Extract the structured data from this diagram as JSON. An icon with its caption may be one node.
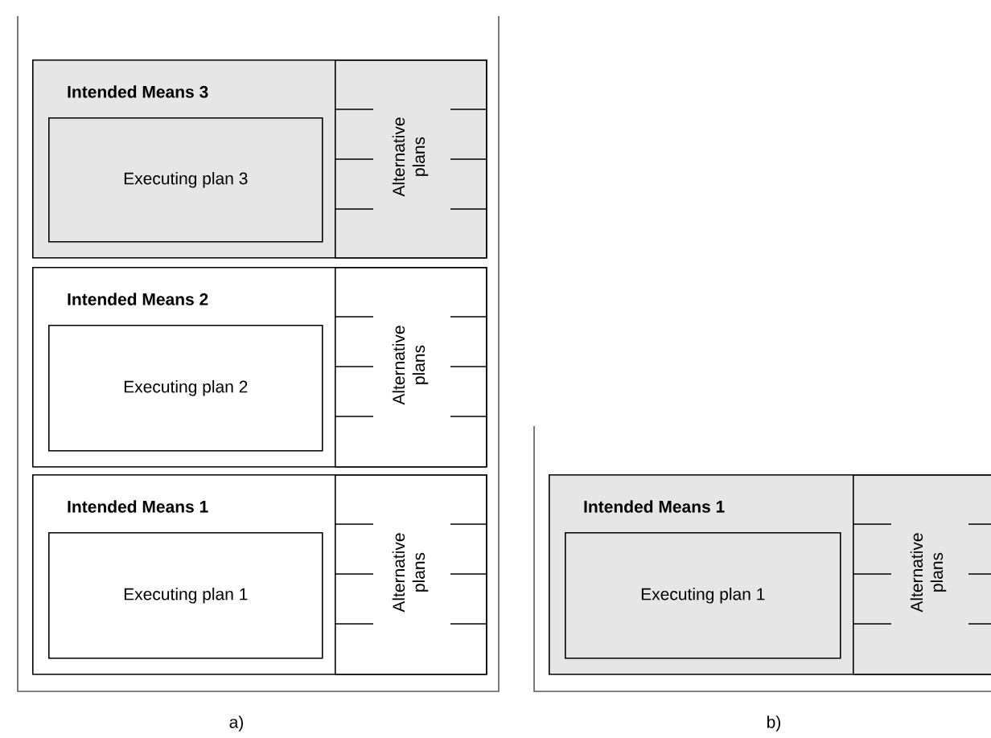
{
  "diagram": {
    "nodes": [
      {
        "text": [
          "Intended Means 3"
        ]
      },
      {
        "text": [
          "Executing plan 3"
        ],
        "in": 0
      },
      {
        "text": [
          "Alternative plans"
        ],
        "in": 0
      },
      {
        "text": [
          "Intended Means 2"
        ]
      },
      {
        "text": [
          "Executing plan 2"
        ],
        "in": 3
      },
      {
        "text": [
          "Alternative plans"
        ],
        "in": 3
      },
      {
        "text": [
          "Intended Means 1"
        ]
      },
      {
        "text": [
          "Executing plan 1"
        ],
        "in": 6
      },
      {
        "text": [
          "Alternative plans"
        ],
        "in": 6
      },
      {
        "text": [
          "Intended Means 1"
        ]
      },
      {
        "text": [
          "Executing plan 1"
        ],
        "in": 9
      },
      {
        "text": [
          "Alternative plans"
        ],
        "in": 9
      }
    ],
    "labels": [
      "a)",
      "b)"
    ]
  }
}
